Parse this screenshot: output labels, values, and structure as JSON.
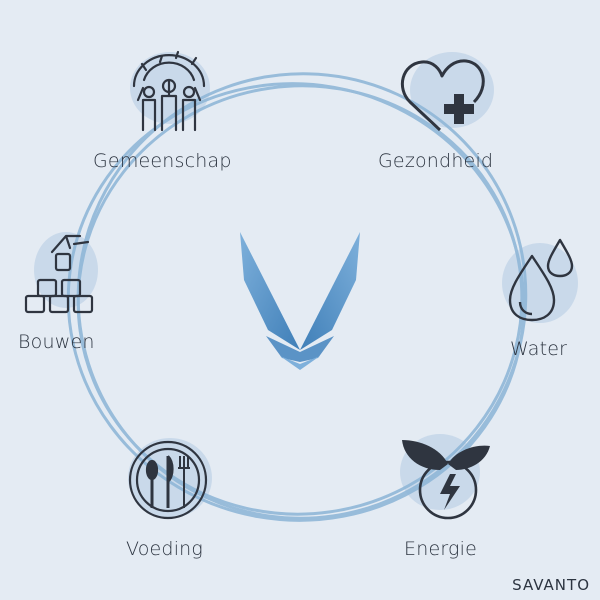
{
  "nodes": [
    {
      "id": "gemeenschap",
      "label": "Gemeenschap",
      "icon": "community-icon"
    },
    {
      "id": "gezondheid",
      "label": "Gezondheid",
      "icon": "heart-plus-icon"
    },
    {
      "id": "water",
      "label": "Water",
      "icon": "water-drops-icon"
    },
    {
      "id": "energie",
      "label": "Energie",
      "icon": "leaf-energy-icon"
    },
    {
      "id": "voeding",
      "label": "Voeding",
      "icon": "plate-cutlery-icon"
    },
    {
      "id": "bouwen",
      "label": "Bouwen",
      "icon": "building-blocks-icon"
    }
  ],
  "center": {
    "icon": "savanto-v-logo-icon"
  },
  "brand": {
    "text": "SAVANTO"
  },
  "colors": {
    "background": "#e4ebf3",
    "ring": "#8fb5d6",
    "blob": "#c8d9ea",
    "icon": "#2f3540",
    "logo": "#5b93c6"
  }
}
